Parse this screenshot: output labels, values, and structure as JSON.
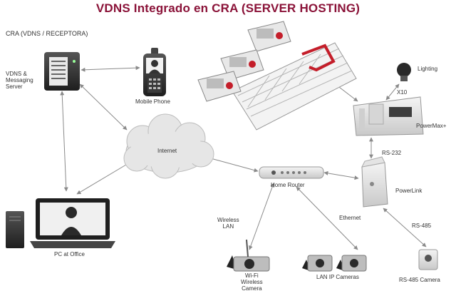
{
  "title": "VDNS Integrado en CRA (SERVER HOSTING)",
  "subtitle": "CRA (VDNS / RECEPTORA)",
  "nodes": {
    "server": "VDNS &\nMessaging\nServer",
    "mobile": "Mobile Phone",
    "internet": "Internet",
    "pc": "PC at Office",
    "router": "Home Router",
    "lighting": "Lighting",
    "x10": "X10",
    "powermax": "PowerMax+",
    "powerlink": "PowerLink",
    "wifi_camera": "Wi-Fi\nWireless\nCamera",
    "lan_cameras": "LAN IP Cameras",
    "rs485_camera": "RS-485 Camera"
  },
  "links": {
    "rs232": "RS-232",
    "ethernet": "Ethernet",
    "rs485": "RS-485",
    "wireless_lan": "Wireless\nLAN"
  },
  "colors": {
    "title": "#8a1238",
    "accent_red": "#c41e2a",
    "arrow": "#8a8a8a"
  }
}
